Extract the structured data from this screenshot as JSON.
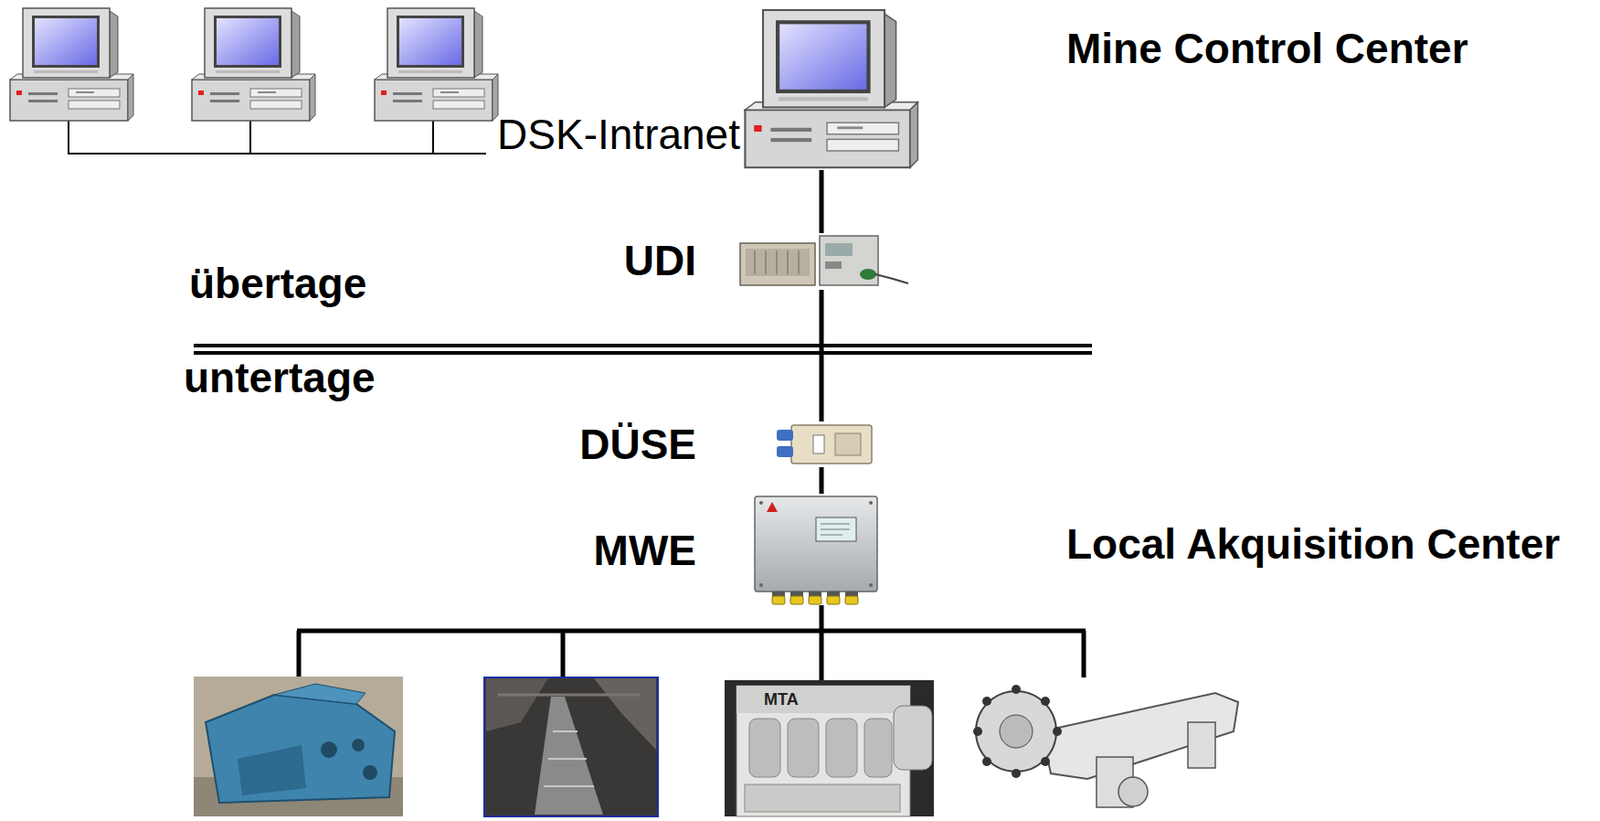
{
  "diagram": {
    "nodes": [
      {
        "text": [
          "DSK-Intranet"
        ]
      },
      {
        "text": [
          "UDI"
        ]
      },
      {
        "text": [
          "DÜSE"
        ]
      },
      {
        "text": [
          "MWE"
        ]
      }
    ],
    "edges": [
      {
        "from": 0,
        "to": 1,
        "arrow": "none"
      },
      {
        "from": 1,
        "to": 2,
        "arrow": "none"
      },
      {
        "from": 2,
        "to": 3,
        "arrow": "none"
      }
    ],
    "labels": [
      "Mine Control Center",
      "übertage",
      "untertage",
      "Local Akquisition Center",
      "MTA"
    ]
  }
}
